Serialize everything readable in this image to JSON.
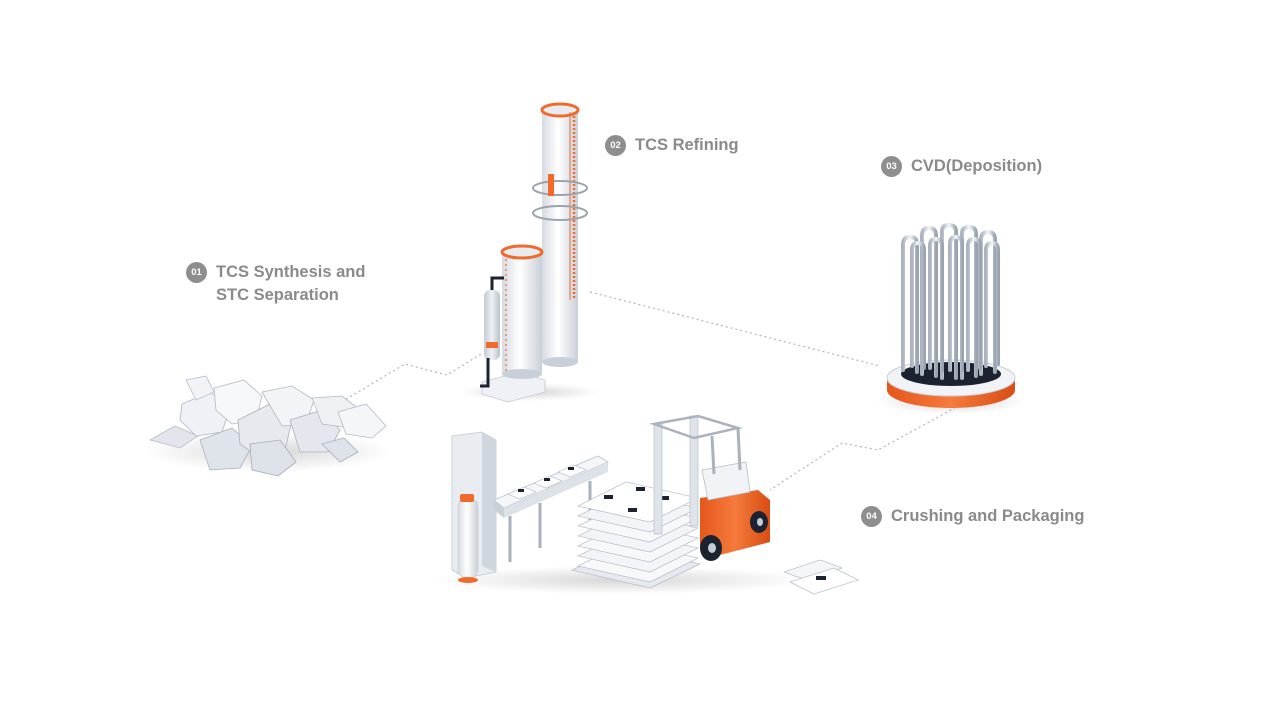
{
  "title": "Polysilicon production process",
  "colors": {
    "accent": "#ef6a2b",
    "label": "#8a8a8a",
    "badge": "#8e8e8e",
    "connector": "#b5b5b5",
    "equipment": "#f2f4f7",
    "equipment_shade": "#d3d8df",
    "dark": "#1c2230"
  },
  "steps": [
    {
      "number": "01",
      "lines": [
        "TCS Synthesis and",
        "STC Separation"
      ],
      "illustration": "silicon-rocks"
    },
    {
      "number": "02",
      "lines": [
        "TCS Refining"
      ],
      "illustration": "distillation-towers"
    },
    {
      "number": "03",
      "lines": [
        "CVD(Deposition)"
      ],
      "illustration": "cvd-reactor"
    },
    {
      "number": "04",
      "lines": [
        "Crushing and Packaging"
      ],
      "illustration": "packaging-line-forklift"
    }
  ]
}
